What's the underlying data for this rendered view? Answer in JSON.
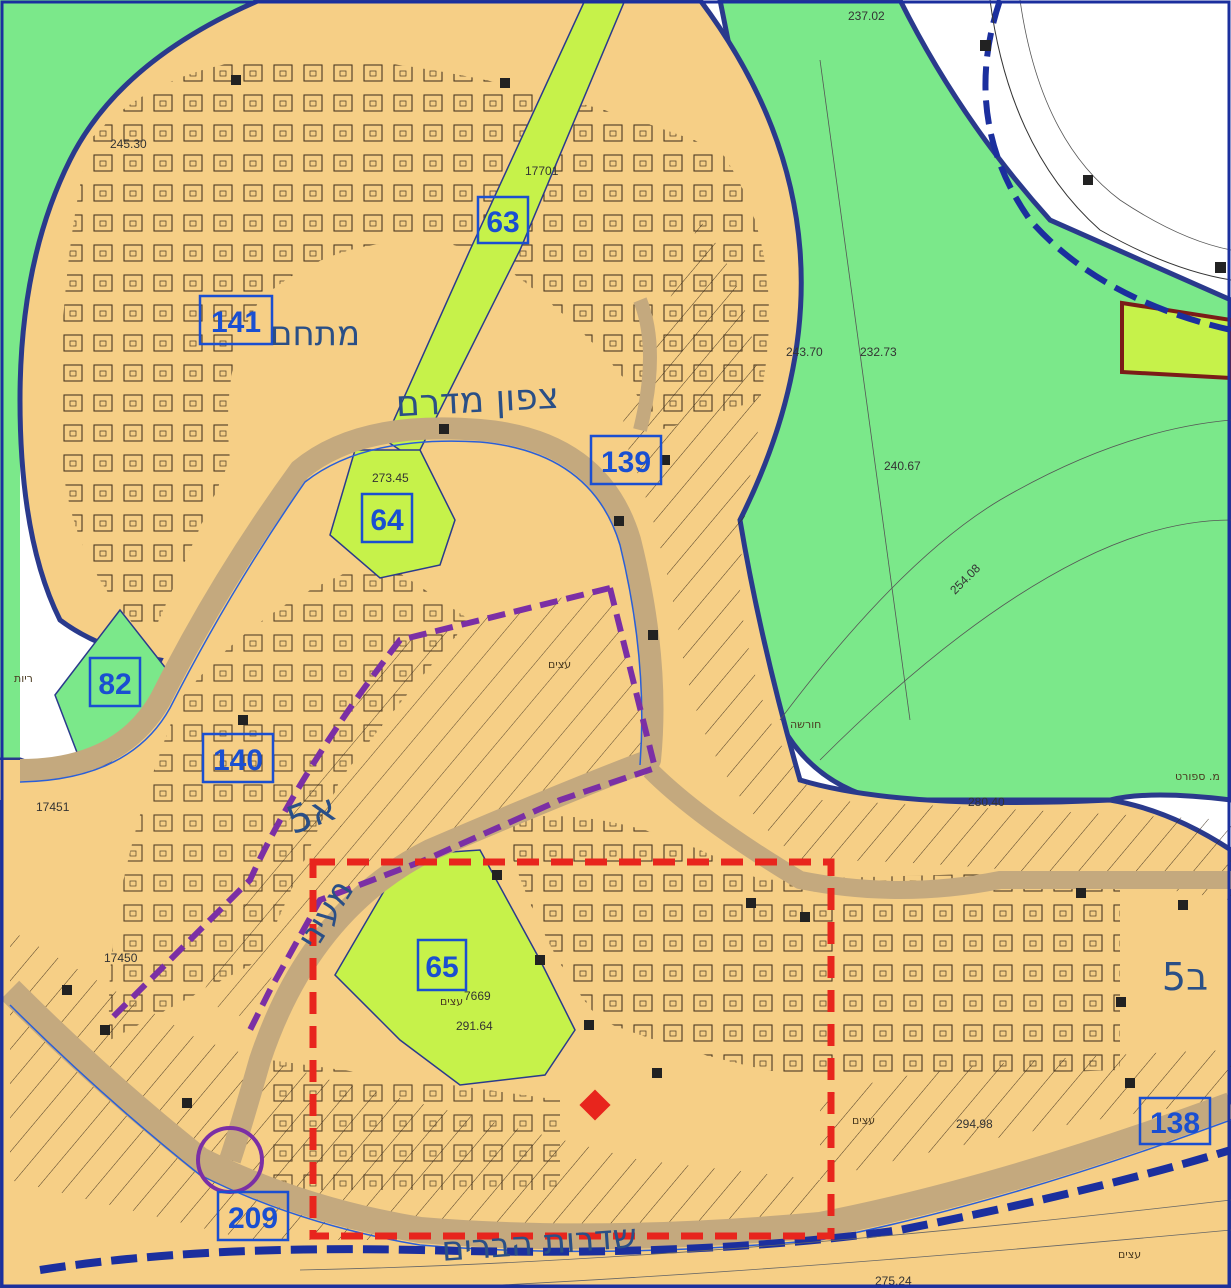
{
  "colors": {
    "residential": "#f6cf86",
    "open_space": "#7be88a",
    "public_park": "#c6f24a",
    "road": "#c4a97e",
    "boundary": "#2a3a8c",
    "plan_boundary_dashed": "#1b2f9e",
    "highlight_box": "#e8251d",
    "purple_boundary": "#7b2fa5",
    "marker": "#e8251d",
    "plot_number": "#1a4fd1"
  },
  "plot_numbers": [
    "63",
    "141",
    "139",
    "64",
    "82",
    "140",
    "65",
    "138",
    "209"
  ],
  "street_names": {
    "north_south": "צפון מדרם",
    "matchat": "מתחם",
    "lower_blvd": "שדרות הברים",
    "section_5a": "5א",
    "section_5b": "5ב",
    "diagonal": "מעיני"
  },
  "small_labels": {
    "trees_1": "עצים",
    "trees_2": "עצים",
    "trees_3": "עצים",
    "trees_4": "עצים",
    "grove": "חורשה",
    "municipal": "מ. ספורט",
    "ext": "ריות"
  },
  "elevations": {
    "e237": "237.02",
    "e245": "245.30",
    "e273": "273.45",
    "e232": "232.73",
    "e243": "243.70",
    "e240": "240.67",
    "e254": "254.08",
    "e280": "280.40",
    "e294": "294.98",
    "e291": "291.64",
    "e275": "275.24",
    "e17451": "17451",
    "e17450": "17450",
    "e7669": "7669",
    "e17701": "17701"
  },
  "icons": [
    "red-diamond-marker-icon",
    "square-survey-point-icon"
  ]
}
